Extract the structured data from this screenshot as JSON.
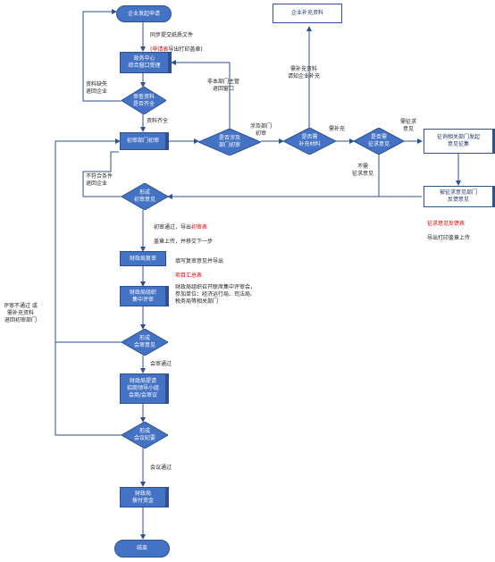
{
  "nodes": {
    "start": "企业发起申请",
    "reception": "政务中心\n综合窗口受理",
    "materials_check": "审查资料\n是否齐全",
    "preliminary_review": "初审部门初审",
    "other_dept_check": "是否涉及\n部门初审",
    "supplement_check": "是否需\n补充材料",
    "opinion_check": "是否需\n征求意见",
    "enterprise_supplement": "企业补充资料",
    "consult_depts": "征询相关部门发起\n意见征集",
    "feedback": "被征求意见部门\n反馈意见",
    "form_preliminary": "形成\n初审意见",
    "finance_review": "财政局复审",
    "finance_expert": "财政局组织\n集中评审",
    "form_review": "形成\n会审意见",
    "finance_meeting": "财政局提请\n招商领导小组\n会商/会审议",
    "form_meeting": "形成\n会议纪要",
    "finance_allocate": "财政局\n拨付资金",
    "end": "结束"
  },
  "labels": {
    "sync_docs": "同步提交纸质文件",
    "sync_docs_red": "(申请表",
    "sync_docs_tail": "导出打印盖章)",
    "materials_missing": "资料缺失\n退回企业",
    "materials_complete": "资料齐全",
    "not_in_scope": "非本部门主管\n退回窗口",
    "involves_other": "涉及部门\n初审",
    "enterprise_notify": "需补充资料\n请知企业补充",
    "need_supplement": "需补充",
    "need_opinion": "需征求\n意见",
    "no_opinion": "不需\n征求意见",
    "not_eligible": "不符合条件\n退回企业",
    "initial_pass": "初审通过，导出",
    "initial_pass_red": "初审表",
    "initial_pass_tail": "盖章上传，并移交下一步",
    "opinion_red": "征求意见反馈表",
    "opinion_tail": "导出打印盖章上传",
    "fill_review": "填写复审意见并导出",
    "fill_review_red": "项目汇总表",
    "expert_note": "财政局组织召开联席集中评审会，\n参加单位：经济运行局、司法局、\n税务局等相关部门",
    "review_fail": "评审不通过 或\n需补充资料\n退回初审部门",
    "review_pass": "会审通过",
    "meeting_pass": "会议通过"
  }
}
